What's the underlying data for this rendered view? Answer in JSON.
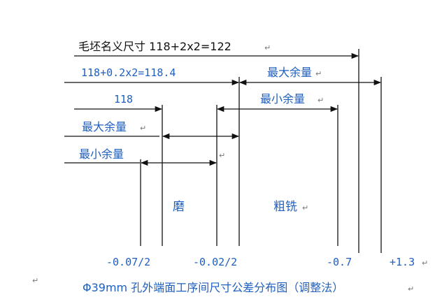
{
  "labels": {
    "blank_size": "毛坯名义尺寸 118+2x2=122",
    "rough_size": "118+0.2x2=118.4",
    "final_size": "118",
    "max_allow_top": "最大余量",
    "min_allow_top": "最小余量",
    "max_allow_left": "最大余量",
    "min_allow_left": "最小余量",
    "grinding": "磨",
    "rough_milling": "粗铣",
    "tol_1": "-0.07/2",
    "tol_2": "-0.02/2",
    "tol_3": "-0.7",
    "tol_4": "+1.3",
    "caption": "Φ39mm 孔外端面工序间尺寸公差分布图（调整法）"
  },
  "marks": {
    "return": "↵"
  },
  "colors": {
    "line": "#111111",
    "label_blue": "#1f5fbf",
    "label_black": "#111111"
  }
}
